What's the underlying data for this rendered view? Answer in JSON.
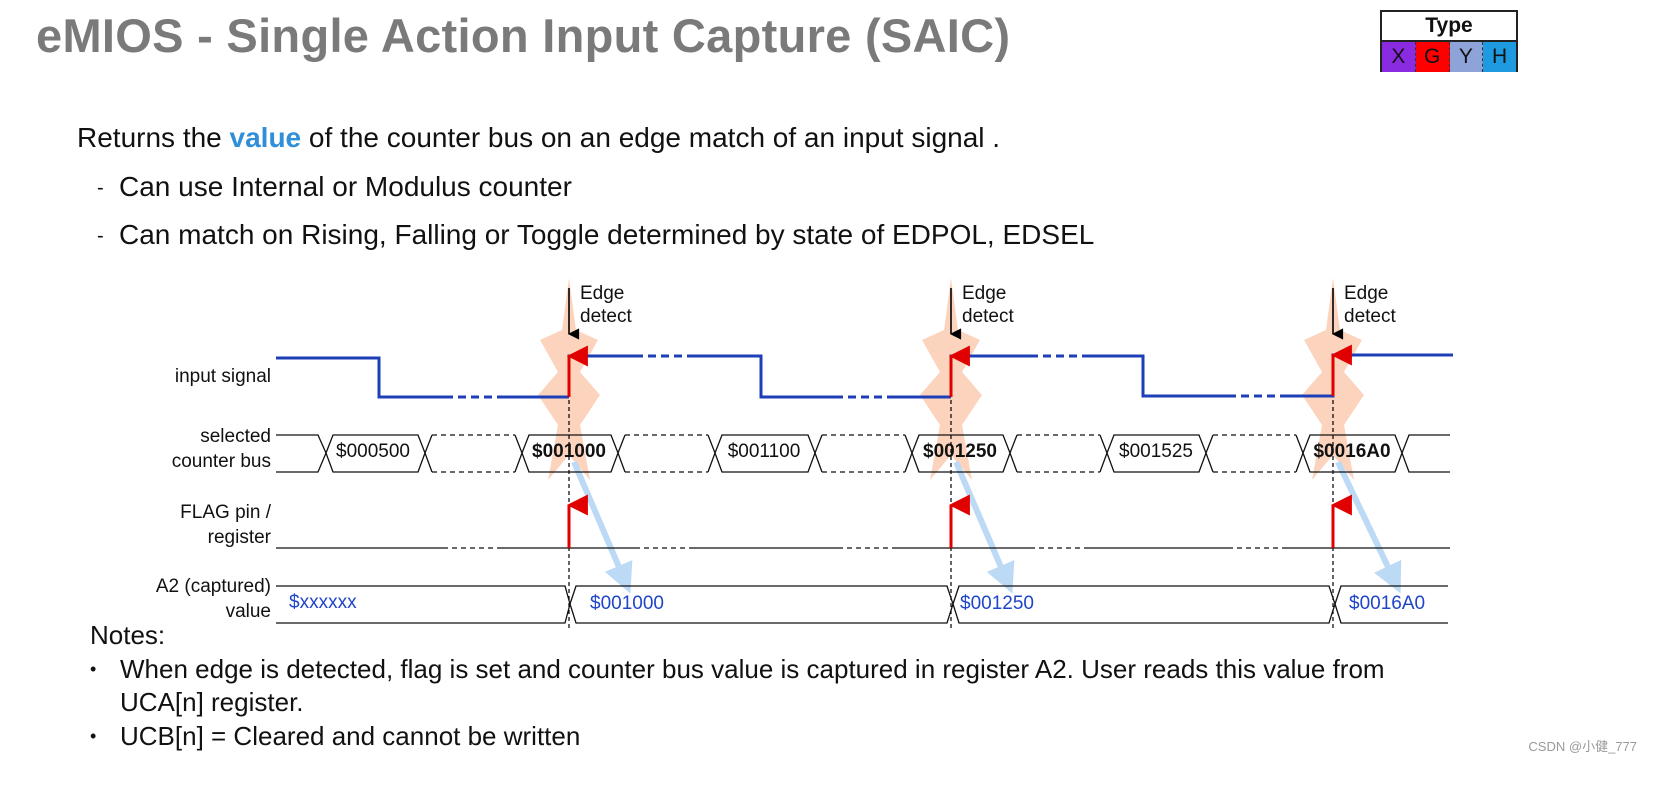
{
  "title": "eMIOS - Single Action Input Capture (SAIC)",
  "type_legend": {
    "header": "Type",
    "cells": [
      {
        "label": "X",
        "color": "#8a2be2"
      },
      {
        "label": "G",
        "color": "#ff0000"
      },
      {
        "label": "Y",
        "color": "#8ea3d8"
      },
      {
        "label": "H",
        "color": "#1e9be0"
      }
    ]
  },
  "intro": {
    "before": "Returns the ",
    "highlight": "value",
    "after": " of the counter bus on an edge match of an input signal ."
  },
  "bullets": [
    {
      "marker": "-",
      "text": "Can use Internal or Modulus counter"
    },
    {
      "marker": "-",
      "text": "Can match on Rising, Falling or Toggle determined by state of EDPOL, EDSEL"
    }
  ],
  "diagram": {
    "edge_label_line1": "Edge",
    "edge_label_line2": "detect",
    "row_labels": {
      "input": "input signal",
      "counter_line1": "selected",
      "counter_line2": "counter bus",
      "flag_line1": "FLAG pin /",
      "flag_line2": "register",
      "captured_line1": "A2 (captured)",
      "captured_line2": "value"
    },
    "counter_values": [
      "$000500",
      "$001000",
      "$001100",
      "$001250",
      "$001525",
      "$0016A0"
    ],
    "captured_values": [
      "$xxxxxx",
      "$001000",
      "$001250",
      "$0016A0"
    ],
    "colors": {
      "signal": "#1c3fb8",
      "edge": "#e00000",
      "captured_text": "#1f45c8",
      "burst": "#fbc6a8",
      "arrow": "#bcd9f5"
    }
  },
  "notes": {
    "title": "Notes:",
    "items": [
      {
        "marker": "•",
        "text": "When edge is detected, flag is set and counter bus value is captured in register A2. User reads this value from UCA[n] register."
      },
      {
        "marker": "•",
        "text": "UCB[n] = Cleared and cannot be written"
      }
    ]
  },
  "watermark": "CSDN @小健_777"
}
